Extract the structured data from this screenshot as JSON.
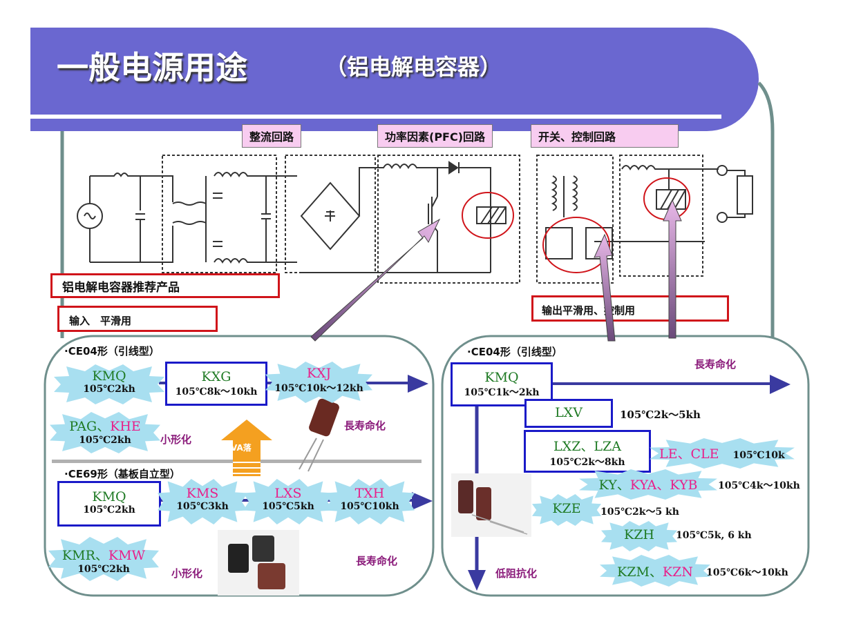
{
  "title": "一般电源用途",
  "subtitle": "（铝电解电容器）",
  "sections": {
    "rectifier": "整流回路",
    "pfc": "功率因素(PFC)回路",
    "switch": "开关、控制回路"
  },
  "recommend_label": "铝电解电容器推荐产品",
  "input_label": "输入　平滑用",
  "output_label": "输出平滑用、控制用",
  "left_panel": {
    "ce04_label": "·CE04形（引线型）",
    "ce69_label": "·CE69形（基板自立型）",
    "kmq": {
      "name": "KMQ",
      "spec": "105℃2kh"
    },
    "kxg": {
      "name": "KXG",
      "spec": "105℃8k～10kh"
    },
    "kxj": {
      "name": "KXJ",
      "spec": "105℃10k～12kh"
    },
    "pag_a": "PAG、",
    "pag_b": "KHE",
    "pag_spec": "105℃2kh",
    "small1": "小形化",
    "long1": "長寿命化",
    "va_label": "VA落",
    "kmq2": {
      "name": "KMQ",
      "spec": "105℃2kh"
    },
    "kms": {
      "name": "KMS",
      "spec": "105℃3kh"
    },
    "lxs": {
      "name": "LXS",
      "spec": "105℃5kh"
    },
    "txh": {
      "name": "TXH",
      "spec": "105℃10kh"
    },
    "kmr_a": "KMR、",
    "kmr_b": "KMW",
    "kmr_spec": "105℃2kh",
    "small2": "小形化",
    "long2": "長寿命化"
  },
  "right_panel": {
    "ce04_label": "·CE04形（引线型）",
    "long": "長寿命化",
    "kmq": {
      "name": "KMQ",
      "spec": "105℃1k～2kh"
    },
    "lxv": {
      "name": "LXV",
      "spec": "105℃2k～5kh"
    },
    "lxz": {
      "name": "LXZ、LZA",
      "spec": "105℃2k～8kh"
    },
    "le": {
      "name": "LE、CLE",
      "spec": "105℃10k"
    },
    "ky_a": "KY、",
    "ky_b": "KYA、KYB",
    "ky_spec": "105℃4k～10kh",
    "kze": {
      "name": "KZE",
      "spec": "105℃2k～5 kh"
    },
    "kzh": {
      "name": "KZH",
      "spec": "105℃5k, 6 kh"
    },
    "kzm_a": "KZM、",
    "kzm_b": "KZN",
    "kzm_spec": "105℃6k～10kh",
    "low_res": "低阻抗化"
  },
  "colors": {
    "title_bar": "#6a67d0",
    "burst": "#a8dff0",
    "blue_box": "#1a1ac8",
    "red_box": "#d0141a"
  }
}
